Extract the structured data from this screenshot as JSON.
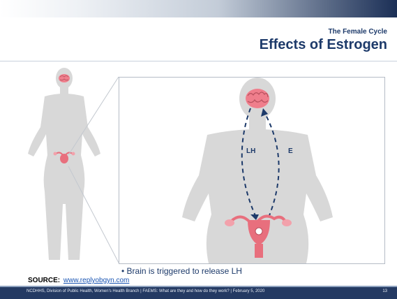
{
  "header": {
    "subtitle": "The Female Cycle",
    "title": "Effects of Estrogen"
  },
  "diagram": {
    "left_arrow_label": "LH",
    "right_arrow_label": "E"
  },
  "bullet": "• Brain is triggered to release LH",
  "source": {
    "label": "SOURCE:",
    "link_text": "www.replyobgyn.com"
  },
  "footer": {
    "text": "NCDHHS, Division of Public Health, Women's Health Branch | FAEMS: What are they and how do they work? | February 5, 2020",
    "page_number": "13"
  },
  "colors": {
    "brand_navy": "#1d3a6a",
    "silhouette": "#d8d8d8",
    "brain": "#ef7e8c",
    "reproductive": "#e86f7d"
  }
}
